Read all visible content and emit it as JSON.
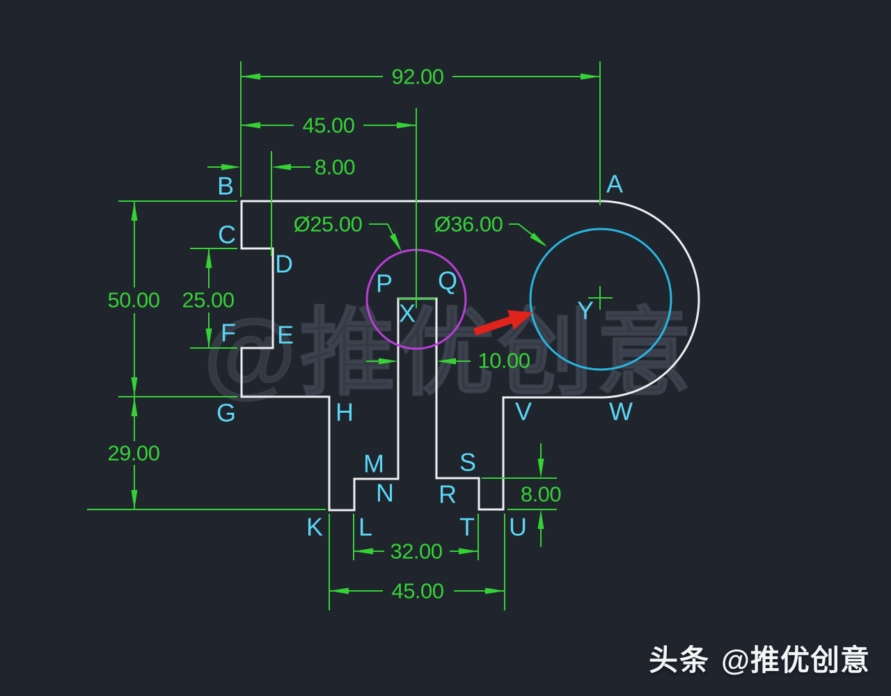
{
  "dims": {
    "total_width": "92.00",
    "slot_center": "45.00",
    "notch_depth": "8.00",
    "upper_height": "50.00",
    "notch_height": "25.00",
    "lower_height": "29.00",
    "small_circle": "Ø25.00",
    "large_circle": "Ø36.00",
    "slot_width": "10.00",
    "step_height": "8.00",
    "feet_inner": "32.00",
    "feet_outer": "45.00"
  },
  "point_labels": {
    "A": "A",
    "B": "B",
    "C": "C",
    "D": "D",
    "E": "E",
    "F": "F",
    "G": "G",
    "H": "H",
    "K": "K",
    "L": "L",
    "M": "M",
    "N": "N",
    "P": "P",
    "Q": "Q",
    "R": "R",
    "S": "S",
    "T": "T",
    "U": "U",
    "V": "V",
    "W": "W",
    "X": "X",
    "Y": "Y"
  },
  "watermark": "@推优创意",
  "footer": {
    "brand": "头条",
    "handle": "@推优创意"
  },
  "colors": {
    "background": "#20242d",
    "dimension_green": "#35d235",
    "label_cyan": "#5ad7f5",
    "outline_white": "#edeff1",
    "small_circle_magenta": "#ba3fd8",
    "large_circle_cyan": "#28b6e0",
    "pointer_red": "#e0231b",
    "footer_white": "#f4f5f7"
  }
}
